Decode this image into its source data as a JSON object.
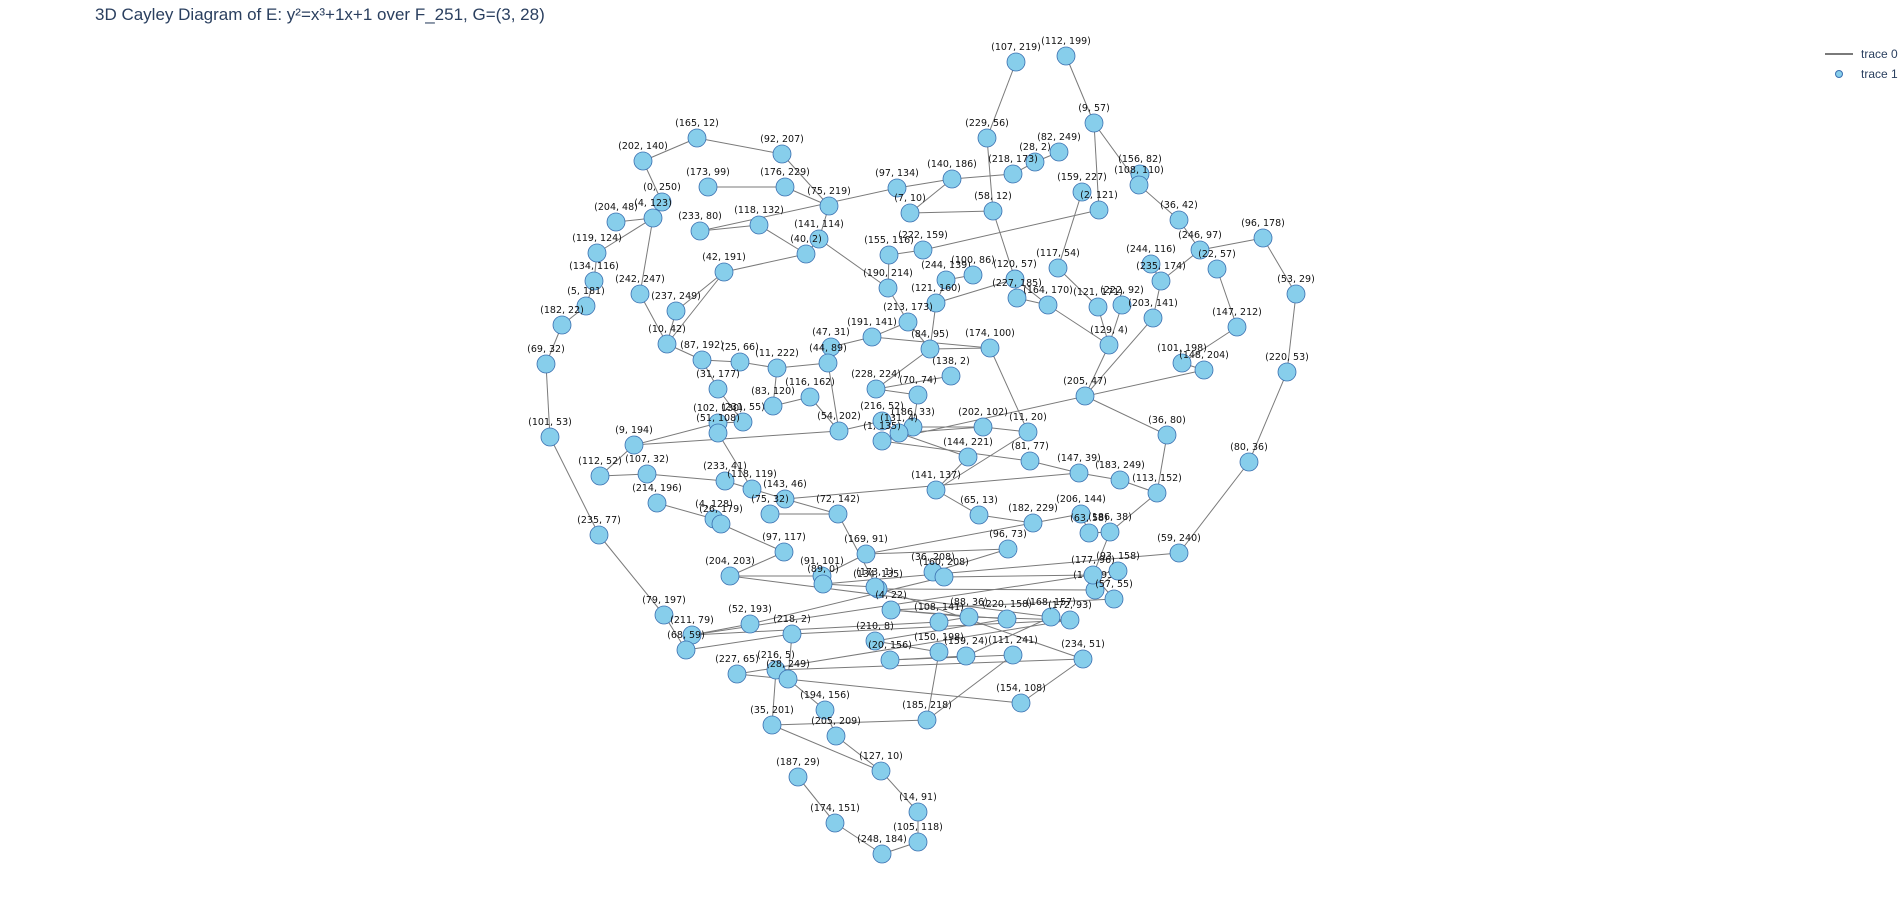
{
  "title": "3D Cayley Diagram of E: y²=x³+1x+1 over F_251, G=(3, 28)",
  "legend": [
    {
      "name": "trace 0",
      "kind": "line",
      "color": "#7a7a7a"
    },
    {
      "name": "trace 1",
      "kind": "marker",
      "color": "#87ceeb"
    }
  ],
  "colors": {
    "node_fill": "#87ceeb",
    "node_stroke": "#3a6fb0",
    "edge": "#7a7a7a",
    "title": "#2a3f5f"
  },
  "chart_data": {
    "type": "graph",
    "nodes": [
      "(107, 219)",
      "(112, 199)",
      "(9, 57)",
      "(229, 56)",
      "(82, 249)",
      "(28, 2)",
      "(218, 173)",
      "(140, 186)",
      "(156, 82)",
      "(108, 110)",
      "(165, 12)",
      "(92, 207)",
      "(202, 140)",
      "(173, 99)",
      "(176, 229)",
      "(97, 134)",
      "(75, 219)",
      "(0, 250)",
      "(7, 10)",
      "(58, 12)",
      "(159, 227)",
      "(2, 121)",
      "(36, 42)",
      "(204, 48)",
      "(4, 123)",
      "(233, 80)",
      "(118, 132)",
      "(141, 114)",
      "(96, 178)",
      "(246, 97)",
      "(119, 124)",
      "(40, 2)",
      "(155, 116)",
      "(222, 159)",
      "(244, 116)",
      "(22, 57)",
      "(42, 191)",
      "(134, 116)",
      "(190, 214)",
      "(244, 139)",
      "(100, 86)",
      "(120, 57)",
      "(117, 54)",
      "(235, 174)",
      "(53, 29)",
      "(242, 247)",
      "(5, 181)",
      "(237, 249)",
      "(121, 160)",
      "(121, 171)",
      "(222, 92)",
      "(203, 141)",
      "(182, 22)",
      "(213, 173)",
      "(227, 185)",
      "(164, 170)",
      "(147, 212)",
      "(10, 42)",
      "(191, 141)",
      "(47, 31)",
      "(84, 95)",
      "(174, 100)",
      "(129, 4)",
      "(69, 32)",
      "(44, 89)",
      "(25, 66)",
      "(87, 192)",
      "(11, 222)",
      "(138, 2)",
      "(101, 198)",
      "(148, 204)",
      "(220, 53)",
      "(31, 177)",
      "(228, 224)",
      "(70, 74)",
      "(205, 47)",
      "(231, 55)",
      "(83, 120)",
      "(116, 162)",
      "(102, 130)",
      "(54, 202)",
      "(216, 52)",
      "(186, 33)",
      "(202, 102)",
      "(131, 4)",
      "(1, 135)",
      "(11, 20)",
      "(36, 80)",
      "(9, 194)",
      "(101, 53)",
      "(51, 108)",
      "(112, 52)",
      "(107, 32)",
      "(144, 221)",
      "(81, 77)",
      "(147, 39)",
      "(183, 249)",
      "(233, 41)",
      "(214, 196)",
      "(118, 119)",
      "(141, 137)",
      "(113, 152)",
      "(80, 36)",
      "(235, 77)",
      "(143, 46)",
      "(65, 13)",
      "(182, 229)",
      "(206, 144)",
      "(4, 128)",
      "(26, 179)",
      "(75, 32)",
      "(72, 142)",
      "(169, 91)",
      "(97, 117)",
      "(96, 73)",
      "(63, 58)",
      "(186, 38)",
      "(59, 240)",
      "(204, 203)",
      "(91, 101)",
      "(36, 208)",
      "(160, 208)",
      "(134, 135)",
      "(167, 93)",
      "(93, 158)",
      "(177, 96)",
      "(57, 55)",
      "(89, 0)",
      "(173, 1)",
      "(4, 22)",
      "(79, 197)",
      "(52, 193)",
      "(211, 79)",
      "(108, 141)",
      "(88, 36)",
      "(220, 158)",
      "(168, 157)",
      "(172, 93)",
      "(68, 59)",
      "(218, 2)",
      "(210, 8)",
      "(150, 198)",
      "(159, 24)",
      "(20, 156)",
      "(111, 241)",
      "(234, 51)",
      "(227, 65)",
      "(216, 5)",
      "(28, 249)",
      "(194, 156)",
      "(185, 218)",
      "(154, 108)",
      "(35, 201)",
      "(205, 209)",
      "(127, 10)",
      "(187, 29)",
      "(14, 91)",
      "(174, 151)",
      "(105, 118)",
      "(248, 184)"
    ]
  }
}
